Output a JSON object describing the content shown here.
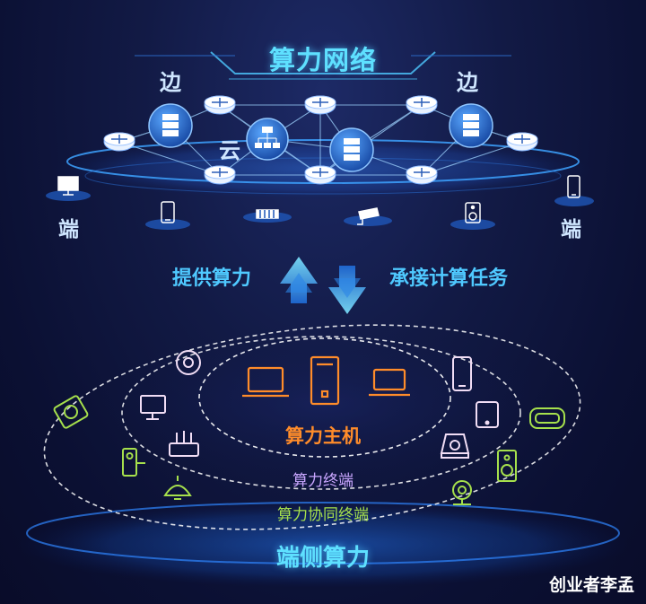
{
  "title": "算力网络",
  "network_labels": {
    "edge_left": "边",
    "edge_right": "边",
    "cloud": "云",
    "end_left": "端",
    "end_right": "端"
  },
  "arrows": {
    "provide": "提供算力",
    "undertake": "承接计算任务"
  },
  "rings": {
    "host": "算力主机",
    "terminal": "算力终端",
    "collaborative": "算力协同终端"
  },
  "bottom_title": "端侧算力",
  "watermark": "创业者李孟",
  "colors": {
    "accent_cyan": "#5ee0ff",
    "accent_blue": "#4fc9ff",
    "host_orange": "#ff8c2a",
    "terminal_purple": "#c9a6ff",
    "collab_green": "#a6e04c",
    "background": "#0e1540"
  },
  "icons": {
    "top": [
      "router-icon",
      "server-icon",
      "monitor-icon",
      "phone-icon",
      "display-icon",
      "camera-icon",
      "speaker-icon"
    ],
    "host_ring": [
      "laptop-icon",
      "tower-pc-icon",
      "laptop-icon"
    ],
    "terminal_ring": [
      "robot-vacuum-icon",
      "monitor-icon",
      "wifi-router-icon",
      "phone-icon",
      "tablet-icon",
      "storage-icon"
    ],
    "collab_ring": [
      "appliance-icon",
      "smart-lock-icon",
      "ceiling-lamp-icon",
      "vr-goggles-icon",
      "speaker-icon",
      "webcam-icon"
    ]
  }
}
